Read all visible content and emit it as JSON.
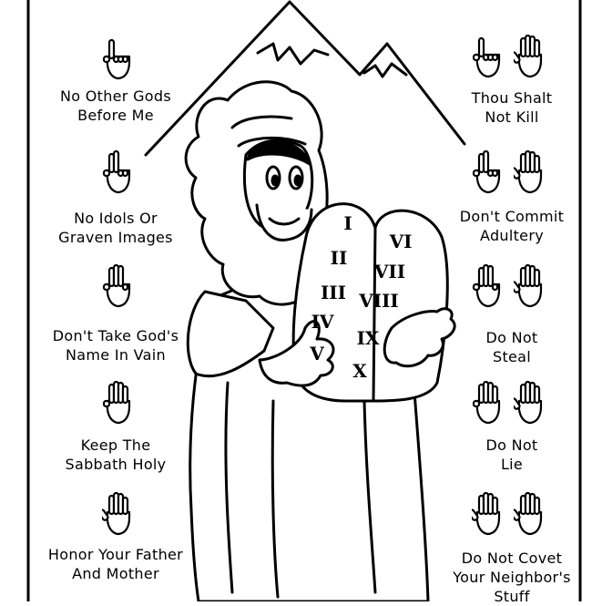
{
  "left_commandments": [
    {
      "line1": "No Other Gods",
      "line2": "Before Me",
      "fingers": 1
    },
    {
      "line1": "No Idols Or",
      "line2": "Graven Images",
      "fingers": 2
    },
    {
      "line1": "Don't Take God's",
      "line2": "Name In Vain",
      "fingers": 3
    },
    {
      "line1": "Keep The",
      "line2": "Sabbath Holy",
      "fingers": 4
    },
    {
      "line1": "Honor Your Father",
      "line2": "And Mother",
      "fingers": 5
    }
  ],
  "right_commandments": [
    {
      "line1": "Thou Shalt",
      "line2": "Not Kill",
      "fingers": 6
    },
    {
      "line1": "Don't Commit",
      "line2": "Adultery",
      "fingers": 7
    },
    {
      "line1": "Do Not",
      "line2": "Steal",
      "fingers": 8
    },
    {
      "line1": "Do Not",
      "line2": "Lie",
      "fingers": 9
    },
    {
      "line1": "Do Not Covet",
      "line2": "Your Neighbor's",
      "line3": "Stuff",
      "fingers": 10
    }
  ],
  "tablet_left": [
    "I",
    "II",
    "III",
    "IV",
    "V"
  ],
  "tablet_right": [
    "VI",
    "VII",
    "VIII",
    "IX",
    "X"
  ],
  "colors": {
    "ink": "#000000",
    "paper": "#ffffff"
  }
}
